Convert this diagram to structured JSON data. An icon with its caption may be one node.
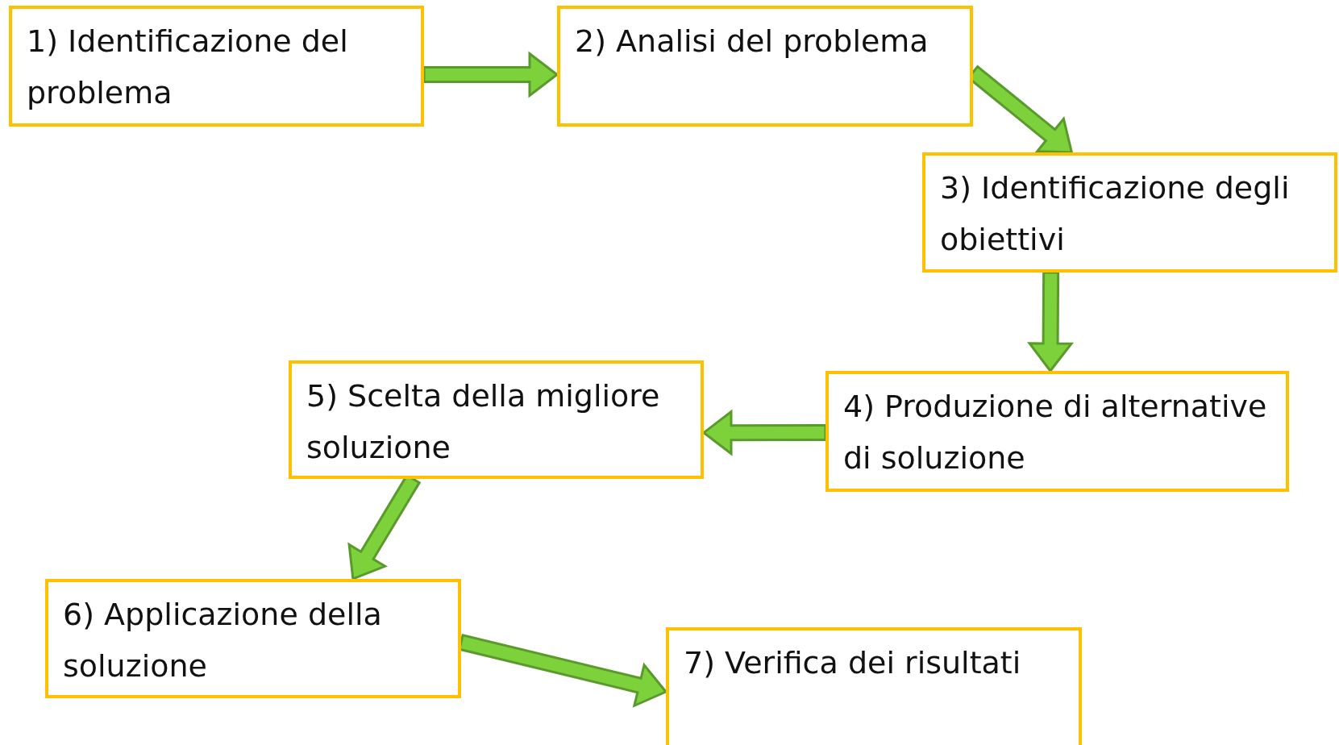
{
  "diagram": {
    "nodes": [
      {
        "text": [
          "1) Identificazione del problema"
        ]
      },
      {
        "text": [
          "2) Analisi del problema"
        ]
      },
      {
        "text": [
          "3) Identificazione degli obiettivi"
        ]
      },
      {
        "text": [
          "4) Produzione di alternative di soluzione"
        ]
      },
      {
        "text": [
          "5) Scelta della migliore soluzione"
        ]
      },
      {
        "text": [
          "6) Applicazione della soluzione"
        ]
      },
      {
        "text": [
          "7) Verifica dei risultati"
        ]
      }
    ],
    "edges": [
      {
        "from": 0,
        "to": 1,
        "arrow": "to"
      },
      {
        "from": 1,
        "to": 2,
        "arrow": "to"
      },
      {
        "from": 2,
        "to": 3,
        "arrow": "to"
      },
      {
        "from": 3,
        "to": 4,
        "arrow": "to"
      },
      {
        "from": 4,
        "to": 5,
        "arrow": "to"
      },
      {
        "from": 5,
        "to": 6,
        "arrow": "to"
      }
    ]
  }
}
